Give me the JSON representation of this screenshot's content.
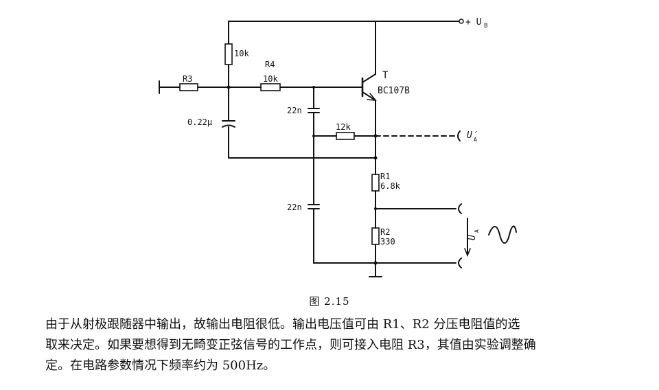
{
  "supply_label": "+ U",
  "supply_sub": "B",
  "transistor_name": "T",
  "transistor_type": "BC107B",
  "r_top_value": "10k",
  "r3_name": "R3",
  "r4_name": "R4",
  "r4_value": "10k",
  "c_bias_value": "0.22μ",
  "c1_value": "22n",
  "c2_value": "22n",
  "r_fb_value": "12k",
  "output_prime_label": "U′",
  "output_prime_sub": "A",
  "r1_name": "R1",
  "r1_value": "6.8k",
  "r2_name": "R2",
  "r2_value": "330",
  "output_label": "U",
  "output_sub": "A",
  "caption": "图 2.15",
  "paragraph": [
    "由于从射极跟随器中输出，故输出电阻很低。输出电压值可由 R1、R2 分压电阻值的选",
    "取来决定。如果要想得到无畸变正弦信号的工作点，则可接入电阻 R3，其值由实验调整确",
    "定。在电路参数情况下频率约为 500Hz。"
  ]
}
